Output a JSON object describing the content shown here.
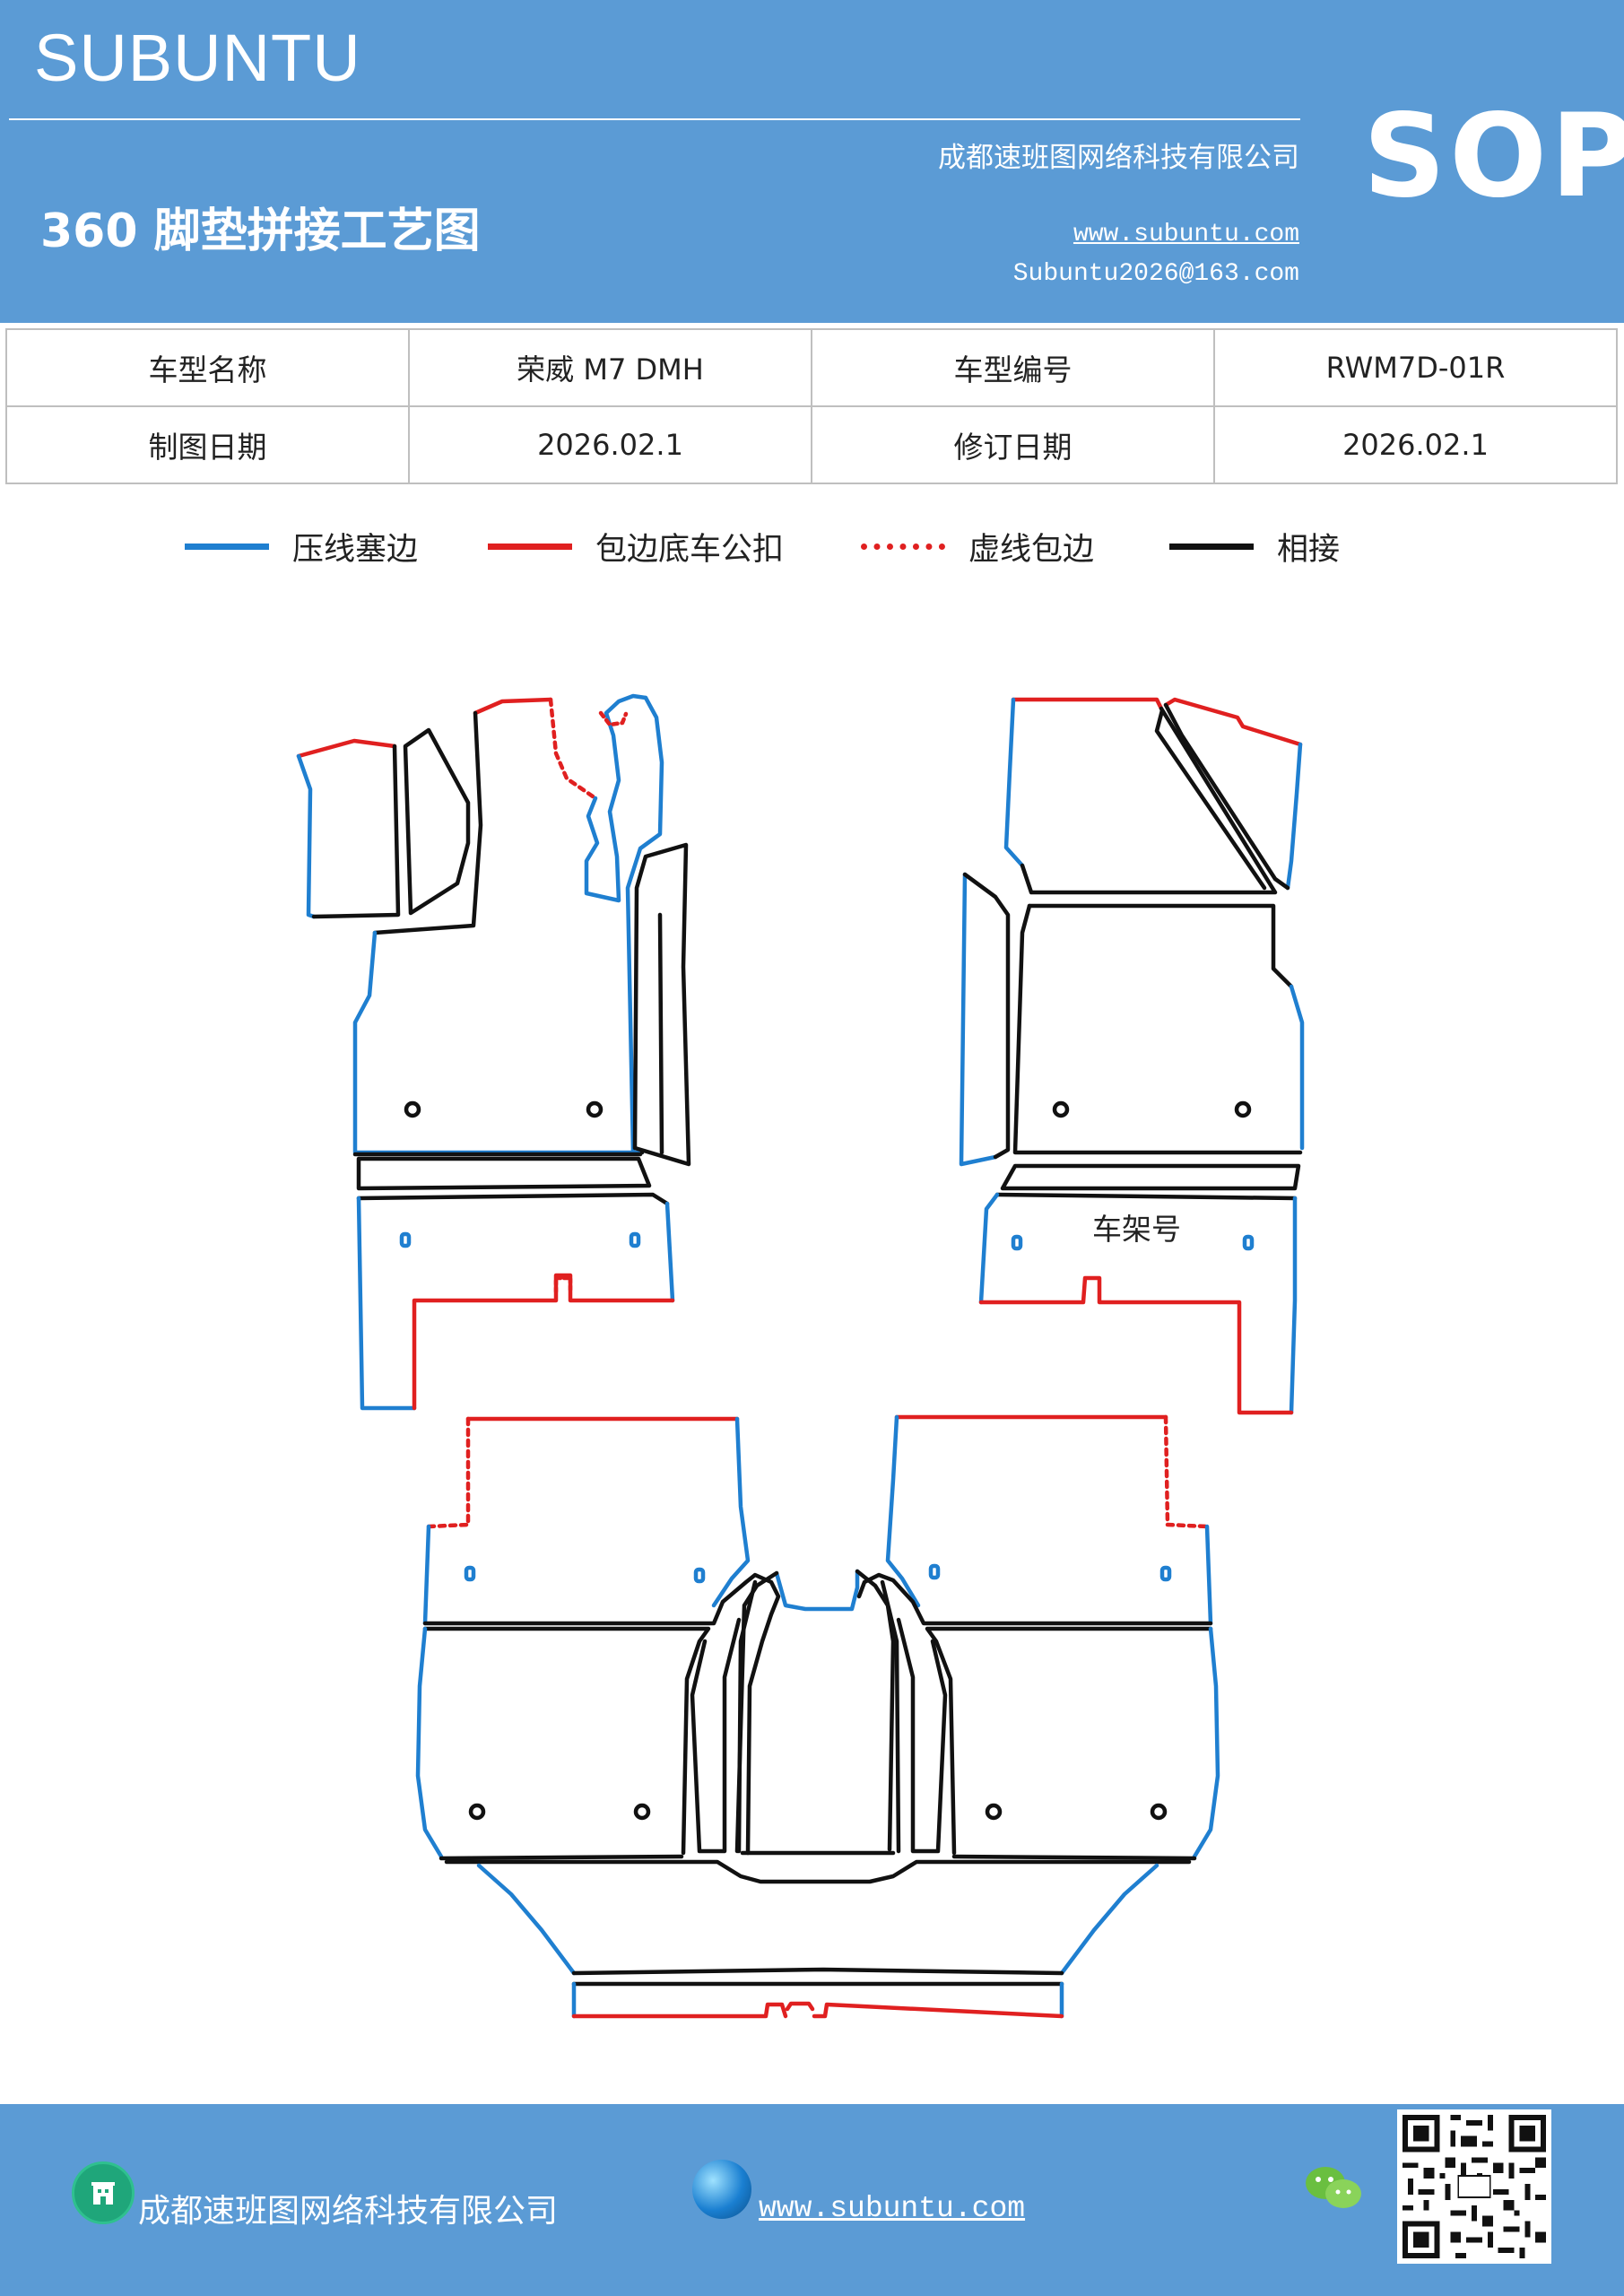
{
  "header": {
    "brand": "SUBUNTU",
    "sop": "SOP",
    "company": "成都速班图网络科技有限公司",
    "title": "360 脚垫拼接工艺图",
    "website": "www.subuntu.com",
    "email": "Subuntu2026@163.com"
  },
  "info_table": {
    "rows": [
      {
        "label1": "车型名称",
        "value1": "荣威 M7  DMH",
        "label2": "车型编号",
        "value2": "RWM7D-01R"
      },
      {
        "label1": "制图日期",
        "value1": "2026.02.1",
        "label2": "修订日期",
        "value2": "2026.02.1"
      }
    ]
  },
  "legend": [
    {
      "label": "压线塞边",
      "color": "#1f7fd0",
      "style": "solid"
    },
    {
      "label": "包边底车公扣",
      "color": "#e02020",
      "style": "solid"
    },
    {
      "label": "虚线包边",
      "color": "#e02020",
      "style": "dotted"
    },
    {
      "label": "相接",
      "color": "#111111",
      "style": "solid"
    }
  ],
  "diagram": {
    "vin_label": "车架号"
  },
  "footer": {
    "company": "成都速班图网络科技有限公司",
    "website": "www.subuntu.com",
    "company_icon": "building-icon",
    "website_icon": "globe-icon",
    "social_icon": "wechat-icon"
  },
  "colors": {
    "brand_blue": "#5b9bd5",
    "press_blue": "#1f7fd0",
    "edge_red": "#e02020",
    "join_black": "#111111"
  }
}
